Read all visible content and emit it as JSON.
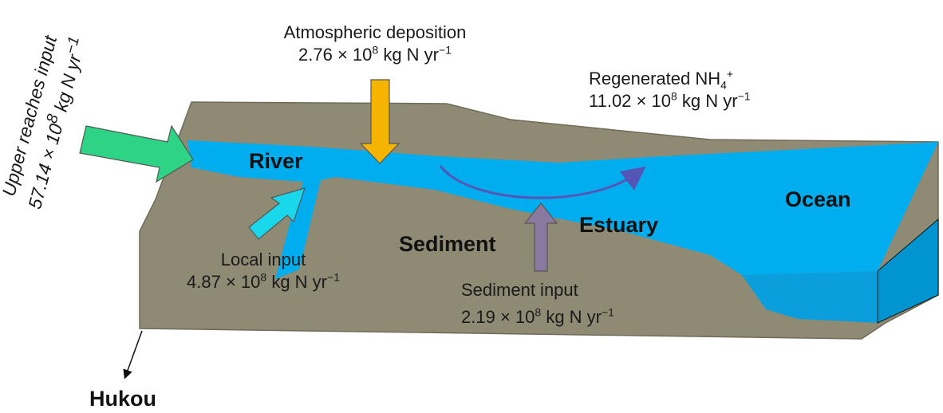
{
  "labels": {
    "atm_title": "Atmospheric  deposition",
    "atm_value": "2.76",
    "regen_title": "Regenerated NH",
    "regen_sub": "4",
    "regen_sup": "+",
    "regen_value": "11.02",
    "upper_title": "Upper reaches input",
    "upper_value": "57.14",
    "local_title": "Local  input",
    "local_value": "4.87",
    "sediment_input_title": "Sediment input",
    "sediment_input_value": "2.19",
    "unit_prefix": "× 10",
    "unit_exp": "8",
    "unit_suffix": "kg N yr",
    "unit_suffix_exp": "−1",
    "river": "River",
    "estuary": "Estuary",
    "ocean": "Ocean",
    "sediment": "Sediment",
    "hukou": "Hukou"
  },
  "colors": {
    "land": "#8f8a74",
    "land_edge": "#6f6b58",
    "water": "#00aeef",
    "water_side": "#0a9fdc",
    "upper_arrow": "#2ed486",
    "atm_arrow": "#f5b400",
    "local_arrow": "#1ad8ec",
    "sediment_arrow": "#8a7aa0",
    "regen_arrow": "#5555b5"
  }
}
